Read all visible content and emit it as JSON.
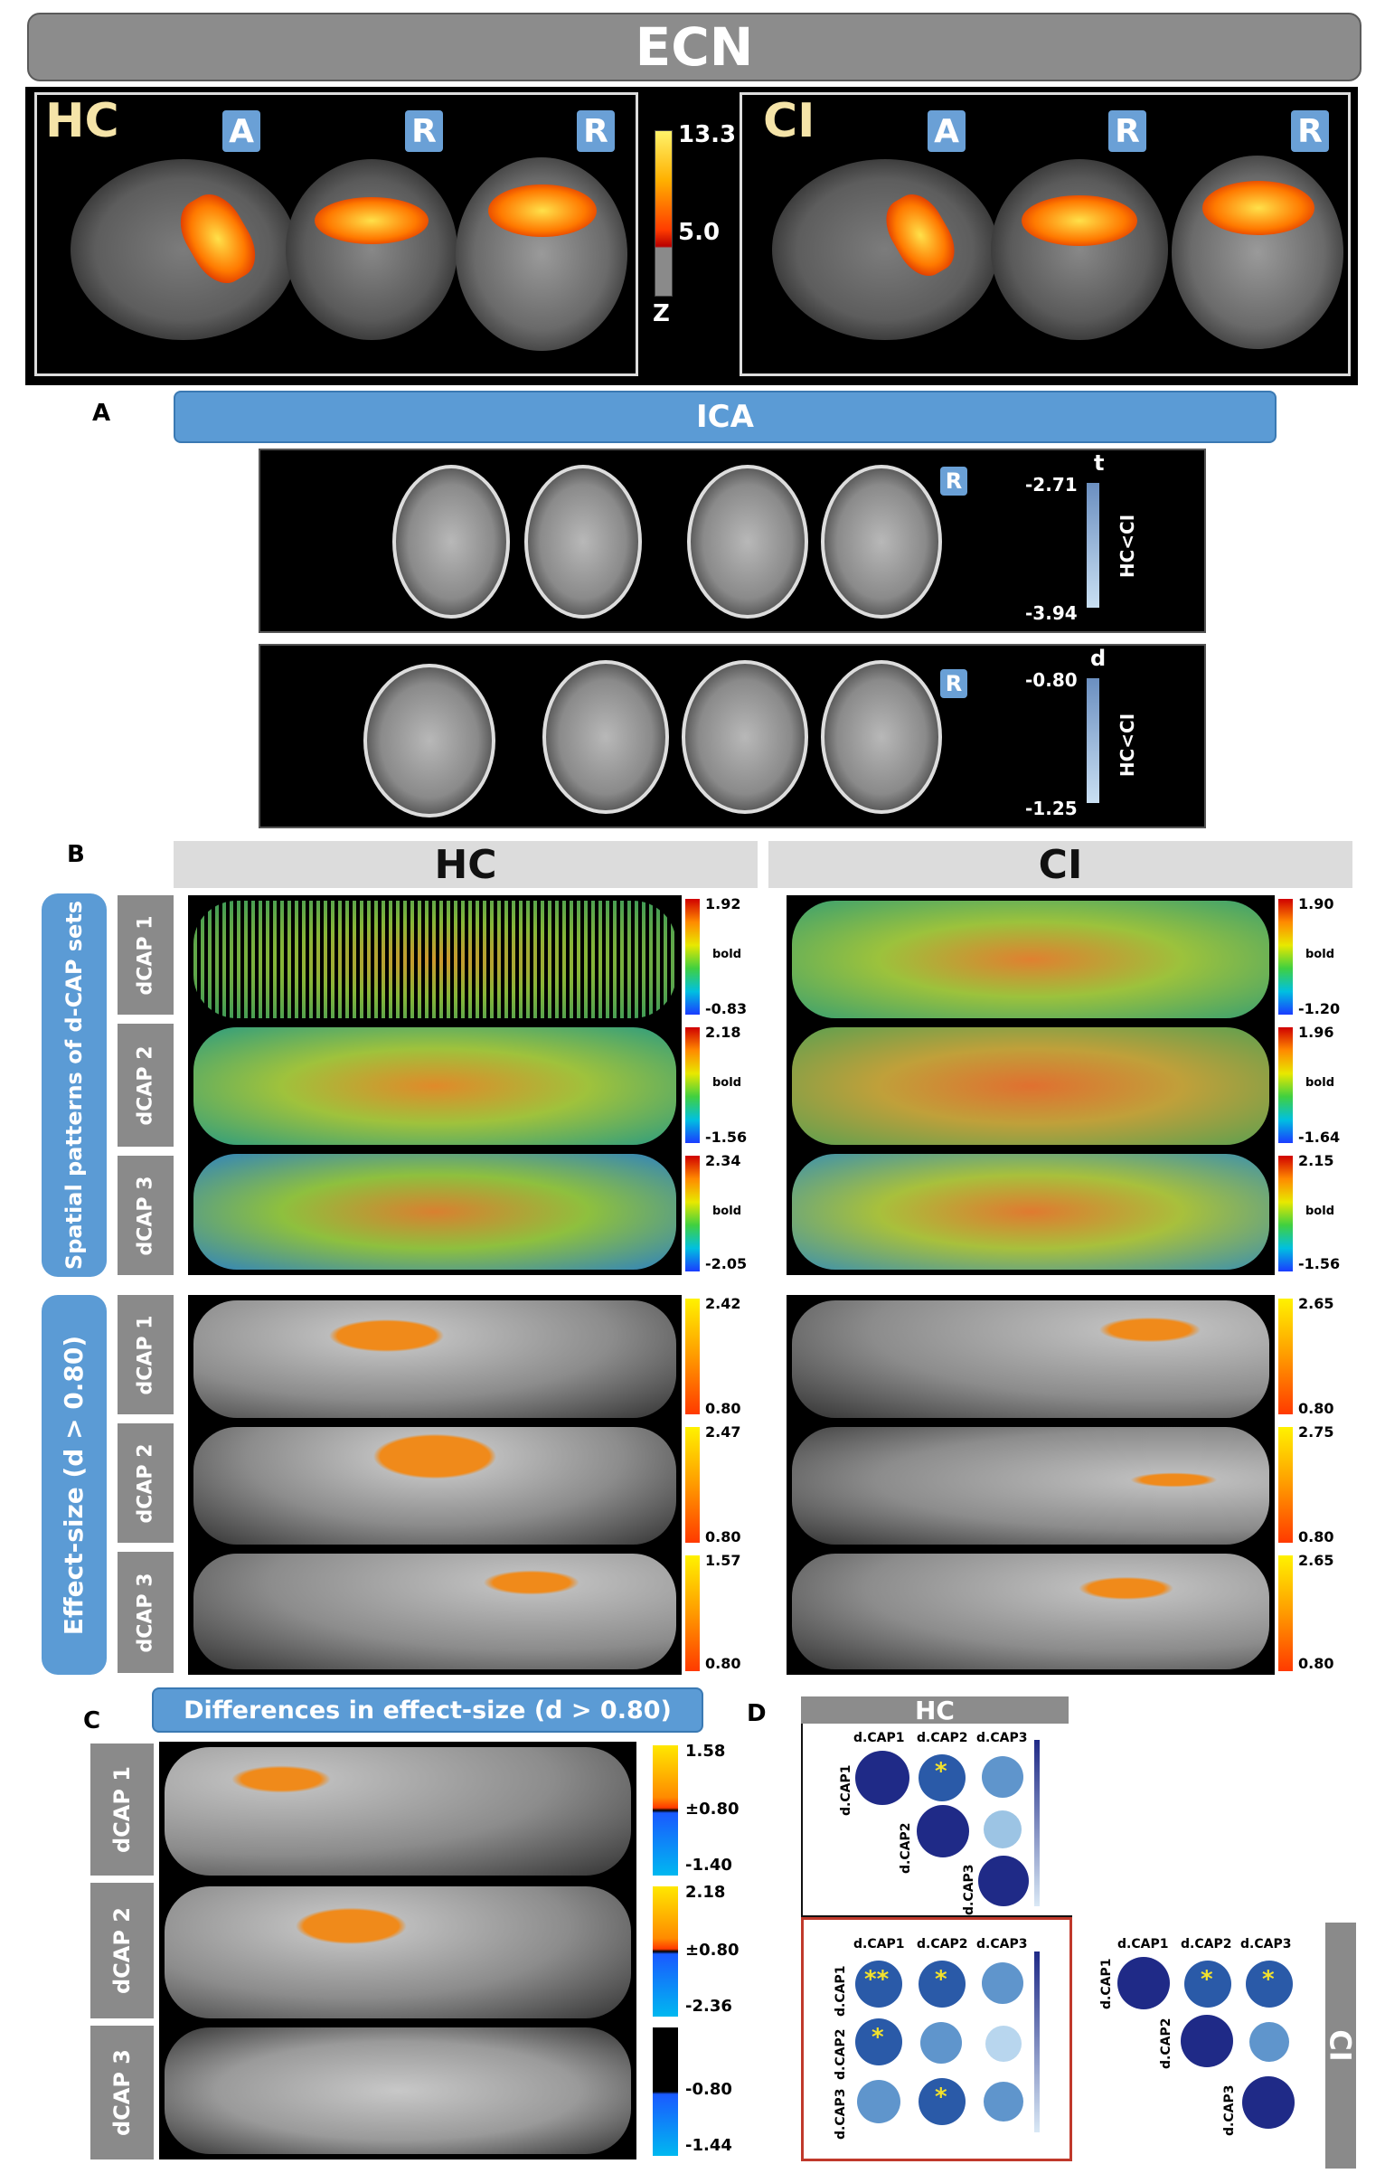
{
  "ecn": {
    "title": "ECN",
    "groups": [
      "HC",
      "CI"
    ],
    "orient_tags": [
      "A",
      "R",
      "R"
    ],
    "colorbar": {
      "max": "13.3",
      "mid": "5.0",
      "unit": "Z"
    }
  },
  "section_a": {
    "letter": "A",
    "title": "ICA",
    "panel1": {
      "tag": "R",
      "stat": "t",
      "top": "-2.71",
      "bottom": "-3.94",
      "contrast": "HC<CI"
    },
    "panel2": {
      "tag": "R",
      "stat": "d",
      "top": "-0.80",
      "bottom": "-1.25",
      "contrast": "HC<CI"
    }
  },
  "section_b": {
    "letter": "B",
    "groups": [
      "HC",
      "CI"
    ],
    "side_top": "Spatial patterns of d-CAP sets",
    "side_bottom": "Effect-size (d > 0.80)",
    "rows": [
      "dCAP 1",
      "dCAP 2",
      "dCAP 3"
    ],
    "hc_spatial": [
      {
        "max": "1.92",
        "mid": "bold",
        "min": "-0.83"
      },
      {
        "max": "2.18",
        "mid": "bold",
        "min": "-1.56"
      },
      {
        "max": "2.34",
        "mid": "bold",
        "min": "-2.05"
      }
    ],
    "ci_spatial": [
      {
        "max": "1.90",
        "mid": "bold",
        "min": "-1.20"
      },
      {
        "max": "1.96",
        "mid": "bold",
        "min": "-1.64"
      },
      {
        "max": "2.15",
        "mid": "bold",
        "min": "-1.56"
      }
    ],
    "hc_effect": [
      {
        "max": "2.42",
        "min": "0.80"
      },
      {
        "max": "2.47",
        "min": "0.80"
      },
      {
        "max": "1.57",
        "min": "0.80"
      }
    ],
    "ci_effect": [
      {
        "max": "2.65",
        "min": "0.80"
      },
      {
        "max": "2.75",
        "min": "0.80"
      },
      {
        "max": "2.65",
        "min": "0.80"
      }
    ]
  },
  "section_c": {
    "letter": "C",
    "title": "Differences in effect-size (d > 0.80)",
    "rows": [
      "dCAP 1",
      "dCAP 2",
      "dCAP 3"
    ],
    "scales": [
      {
        "max": "1.58",
        "mid": "±0.80",
        "min": "-1.40"
      },
      {
        "max": "2.18",
        "mid": "±0.80",
        "min": "-2.36"
      },
      {
        "max": "",
        "mid": "-0.80",
        "min": "-1.44"
      }
    ]
  },
  "section_d": {
    "letter": "D",
    "hc_label": "HC",
    "ci_label": "CI",
    "caps": [
      "d.CAP1",
      "d.CAP2",
      "d.CAP3"
    ],
    "colors": {
      "dark": "#1f2a87",
      "mid": "#5f95cc",
      "light": "#9cc4e4",
      "lighter": "#b8d6ee",
      "star": "#f3e22c",
      "frame": "#c0392b"
    }
  }
}
